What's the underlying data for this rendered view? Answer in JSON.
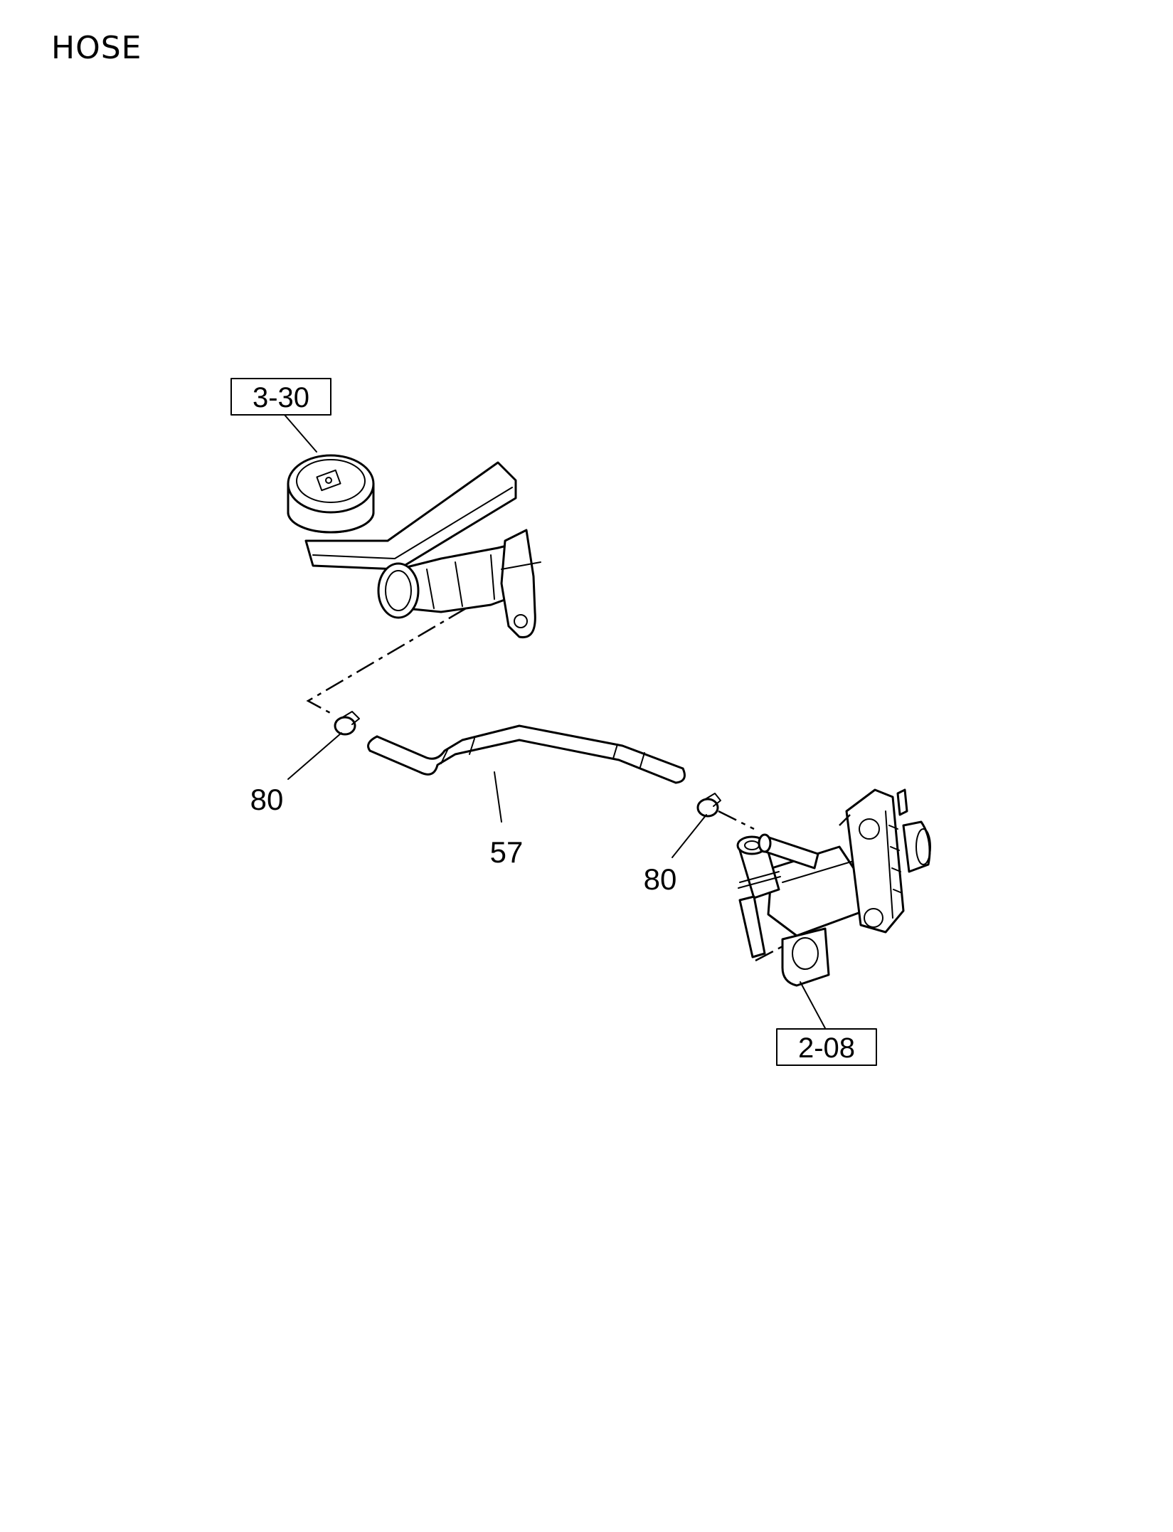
{
  "page": {
    "title": "HOSE"
  },
  "callouts": {
    "ref_master_cylinder": "3-30",
    "ref_slave_cylinder": "2-08",
    "hose": "57",
    "clip_left": "80",
    "clip_right": "80"
  }
}
